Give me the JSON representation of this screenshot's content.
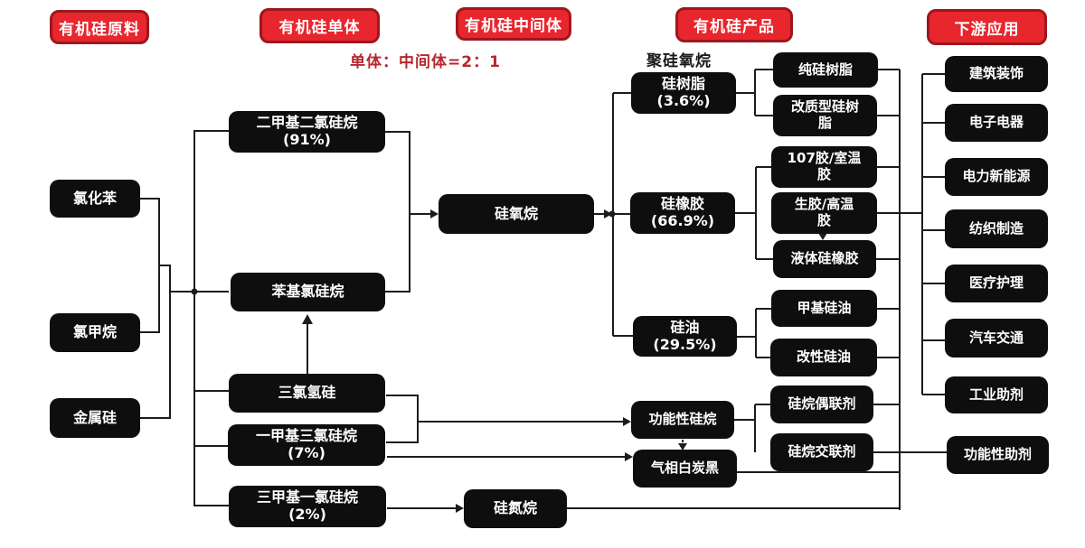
{
  "headers": {
    "raw": "有机硅原料",
    "monomer": "有机硅单体",
    "intermediate": "有机硅中间体",
    "product": "有机硅产品",
    "downstream": "下游应用"
  },
  "annotations": {
    "ratio": "单体：中间体=2：1",
    "polysiloxane": "聚硅氧烷"
  },
  "nodes": {
    "chlorobenzene": {
      "label": "氯化苯"
    },
    "methyl_chloride": {
      "label": "氯甲烷"
    },
    "silicon_metal": {
      "label": "金属硅"
    },
    "dimethyl_dichlorosilane": {
      "label": "二甲基二氯硅烷",
      "sub": "(91%)"
    },
    "phenyl_chlorosilane": {
      "label": "苯基氯硅烷"
    },
    "trichlorosilane": {
      "label": "三氯氢硅"
    },
    "methyl_trichlorosilane": {
      "label": "一甲基三氯硅烷",
      "sub": "(7%)"
    },
    "trimethyl_chlorosilane": {
      "label": "三甲基一氯硅烷",
      "sub": "(2%)"
    },
    "siloxane": {
      "label": "硅氧烷"
    },
    "silazane": {
      "label": "硅氮烷"
    },
    "silicone_resin": {
      "label": "硅树脂",
      "sub": "(3.6%)"
    },
    "silicone_rubber": {
      "label": "硅橡胶",
      "sub": "(66.9%)"
    },
    "silicone_oil": {
      "label": "硅油",
      "sub": "(29.5%)"
    },
    "functional_silane": {
      "label": "功能性硅烷"
    },
    "fumed_silica": {
      "label": "气相白炭黑"
    },
    "pure_silicone_resin": {
      "label": "纯硅树脂"
    },
    "modified_silicone_resin": {
      "label": "改质型硅树脂"
    },
    "glue_107": {
      "label": "107胶/室温胶"
    },
    "raw_high_temp_glue": {
      "label": "生胶/高温胶"
    },
    "liquid_silicone_rubber": {
      "label": "液体硅橡胶"
    },
    "methyl_silicone_oil": {
      "label": "甲基硅油"
    },
    "modified_silicone_oil": {
      "label": "改性硅油"
    },
    "silane_coupling_agent": {
      "label": "硅烷偶联剂"
    },
    "silane_crosslinking_agent": {
      "label": "硅烷交联剂"
    },
    "building_decoration": {
      "label": "建筑装饰"
    },
    "electronics": {
      "label": "电子电器"
    },
    "power_new_energy": {
      "label": "电力新能源"
    },
    "textile_manufacturing": {
      "label": "纺织制造"
    },
    "medical_care": {
      "label": "医疗护理"
    },
    "automotive_transport": {
      "label": "汽车交通"
    },
    "industrial_additives": {
      "label": "工业助剂"
    },
    "functional_additives": {
      "label": "功能性助剂"
    }
  },
  "colors": {
    "header_bg": "#e8262d",
    "header_border": "#9c181d",
    "node_bg": "#0e0e0e",
    "node_text": "#ffffff",
    "line": "#1c1c1c",
    "annotation_red": "#b8262e"
  }
}
